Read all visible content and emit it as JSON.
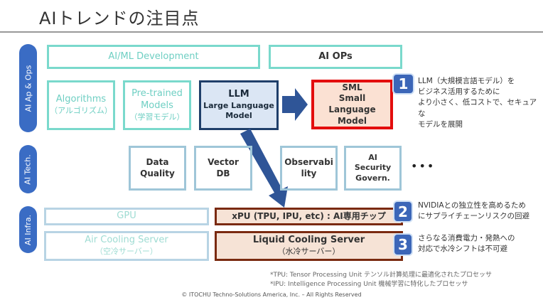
{
  "title": "AIトレンドの注目点",
  "layers": {
    "app_ops": "AI Ap & Ops",
    "tech": "AI Tech.",
    "infra": "AI Infra."
  },
  "app": {
    "ml_dev": "AI/ML Development",
    "ai_ops": "AI OPs",
    "algorithms": {
      "label": "Algorithms",
      "sub": "（アルゴリズム）"
    },
    "pretrained": {
      "line1": "Pre-trained",
      "line2": "Models",
      "sub": "（学習モデル）"
    },
    "llm": {
      "label": "LLM",
      "line2": "Large Language",
      "line3": "Model"
    },
    "sml": {
      "label": "SML",
      "line2": "Small Language",
      "line3": "Model"
    }
  },
  "tech": {
    "items": [
      {
        "l1": "Data",
        "l2": "Quality"
      },
      {
        "l1": "Vector",
        "l2": "DB"
      },
      {
        "l1": "Observabi",
        "l2": "lity"
      },
      {
        "l1": "AI",
        "l2": "Security",
        "l3": "Govern."
      }
    ],
    "more": "•••"
  },
  "infra": {
    "gpu": "GPU",
    "xpu": "xPU (TPU, IPU, etc) : AI専用チップ",
    "air": {
      "label": "Air Cooling Server",
      "sub": "（空冷サーバー）"
    },
    "liquid": {
      "label": "Liquid Cooling Server",
      "sub": "（水冷サーバー）"
    }
  },
  "callouts": [
    {
      "num": "1",
      "lines": [
        "LLM（大規模言語モデル）を",
        "ビジネス活用するために",
        "より小さく、低コストで、セキュアな",
        "モデルを展開"
      ]
    },
    {
      "num": "2",
      "lines": [
        "NVIDIAとの独立性を高めるため",
        "にサプライチェーンリスクの回避"
      ]
    },
    {
      "num": "3",
      "lines": [
        "さらなる消費電力・発熱への",
        "対応で水冷シフトは不可避"
      ]
    }
  ],
  "footnotes": [
    "*TPU: Tensor Processing Unit テンソル計算処理に最適化されたプロセッサ",
    "*IPU: Intelligence Processing Unit 機械学習に特化したプロセッサ"
  ],
  "copyright": "© ITOCHU Techno-Solutions America, Inc. – All Rights Reserved"
}
